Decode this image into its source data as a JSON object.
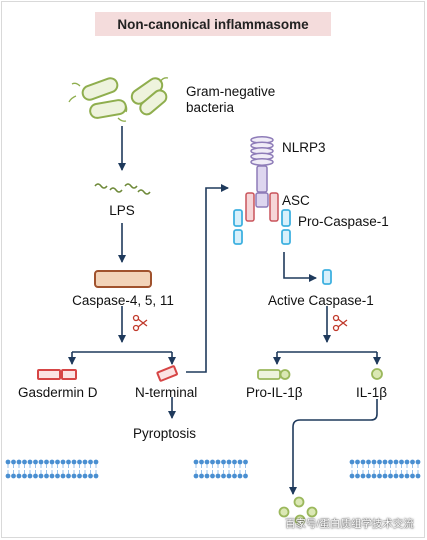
{
  "title": "Non-canonical inflammasome",
  "labels": {
    "bacteria": "Gram-negative\nbacteria",
    "lps": "LPS",
    "caspase": "Caspase-4, 5, 11",
    "gasdermin": "Gasdermin D",
    "nterminal": "N-terminal",
    "pyroptosis": "Pyroptosis",
    "nlrp3": "NLRP3",
    "asc": "ASC",
    "procaspase1": "Pro-Caspase-1",
    "activecaspase1": "Active Caspase-1",
    "proil1b": "Pro-IL-1β",
    "il1b": "IL-1β"
  },
  "watermark": "百家号/蛋白质组学技术交流",
  "colors": {
    "arrow": "#1f3a5c",
    "bacteria": "#8fae4e",
    "caspase_fill": "#f2d3b8",
    "caspase_stroke": "#a0522d",
    "gasdermin": "#d64545",
    "nlrp3": "#8e7cb8",
    "asc_red": "#c9545b",
    "procaspase_blue": "#3fb1e0",
    "il_green": "#9bb85c",
    "membrane": "#4a8fd1",
    "title_bg": "#f4dcdc"
  }
}
